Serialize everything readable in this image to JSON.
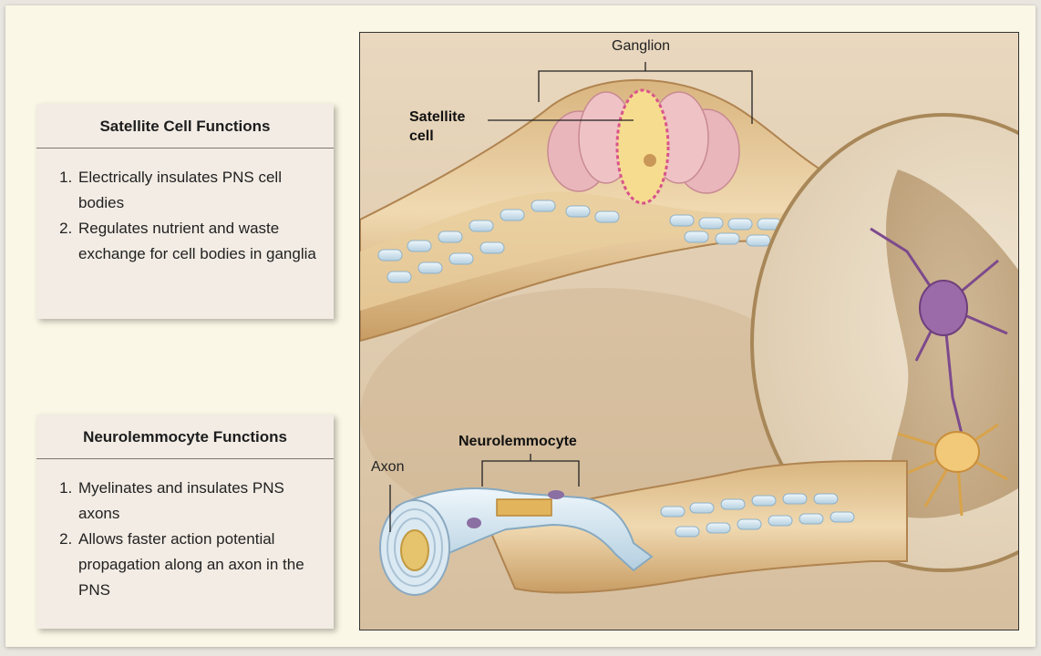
{
  "cards": [
    {
      "title": "Satellite Cell Functions",
      "items": [
        "Electrically insulates PNS cell bodies",
        "Regulates nutrient and waste exchange for cell bodies in ganglia"
      ]
    },
    {
      "title": "Neurolemmocyte Functions",
      "items": [
        "Myelinates and insulates PNS axons",
        "Allows faster action potential propagation along an axon in the PNS"
      ]
    }
  ],
  "figure": {
    "labels": {
      "ganglion": "Ganglion",
      "satellite_line1": "Satellite",
      "satellite_line2": "cell",
      "neurolemmocyte": "Neurolemmocyte",
      "axon": "Axon"
    }
  }
}
